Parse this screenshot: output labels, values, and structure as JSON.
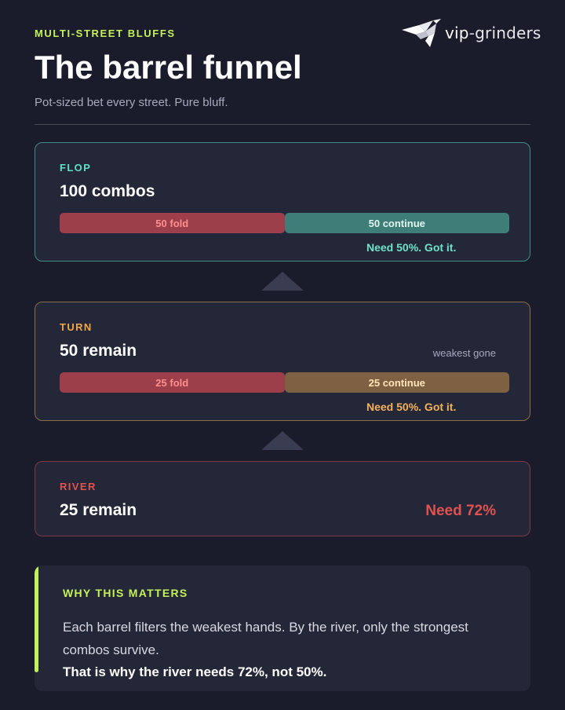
{
  "header": {
    "eyebrow": "MULTI-STREET BLUFFS",
    "title": "The barrel funnel",
    "subtitle": "Pot-sized bet every street. Pure bluff."
  },
  "logo": {
    "name": "vip",
    "dash": "-",
    "suffix": "grinders",
    "icon": "hummingbird-icon"
  },
  "streets": {
    "flop": {
      "label": "FLOP",
      "headline": "100 combos",
      "fold_label": "50 fold",
      "continue_label": "50 continue",
      "fold_fraction": 0.5,
      "need": "Need 50%. Got it."
    },
    "turn": {
      "label": "TURN",
      "headline": "50 remain",
      "note": "weakest gone",
      "fold_label": "25 fold",
      "continue_label": "25 continue",
      "fold_fraction": 0.5,
      "need": "Need 50%. Got it."
    },
    "river": {
      "label": "RIVER",
      "headline": "25 remain",
      "need": "Need 72%"
    }
  },
  "callout": {
    "label": "WHY THIS MATTERS",
    "body": "Each barrel filters the weakest hands. By the river, only the strongest combos survive.",
    "emphasis": "That is why the river needs 72%, not 50%."
  },
  "colors": {
    "background": "#1b1c2b",
    "accent": "#c6f05a",
    "flop": "#5fe0c6",
    "turn": "#f0a848",
    "river": "#e0524f"
  }
}
